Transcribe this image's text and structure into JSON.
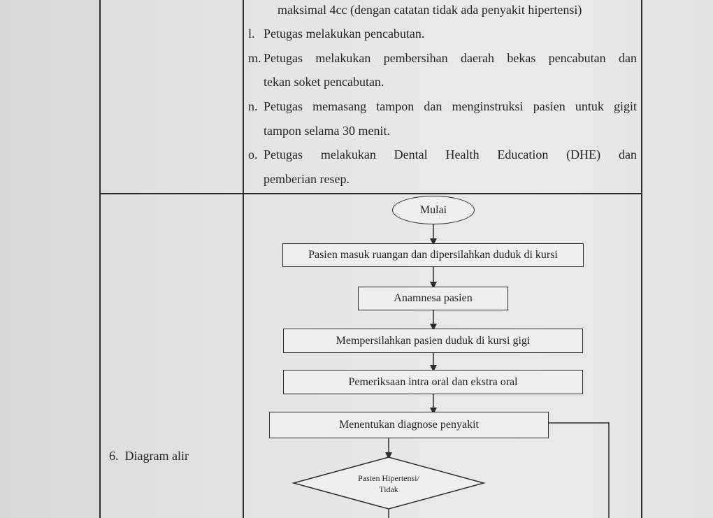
{
  "steps_text": {
    "line_k_cont": "maksimal 4cc (dengan catatan tidak ada penyakit hipertensi)",
    "item_l": {
      "marker": "l.",
      "text": "Petugas melakukan pencabutan."
    },
    "item_m": {
      "marker": "m.",
      "line1": "Petugas melakukan pembersihan daerah bekas pencabutan dan",
      "line2": "tekan soket pencabutan."
    },
    "item_n": {
      "marker": "n.",
      "line1": "Petugas memasang tampon dan menginstruksi pasien untuk gigit",
      "line2": "tampon selama 30 menit."
    },
    "item_o": {
      "marker": "o.",
      "line1": "Petugas melakukan Dental Health Education (DHE) dan",
      "line2": "pemberian resep."
    }
  },
  "section": {
    "label": "6.  Diagram alir"
  },
  "flowchart": {
    "start": "Mulai",
    "step1": "Pasien masuk ruangan dan dipersilahkan duduk di kursi",
    "step2": "Anamnesa pasien",
    "step3": "Mempersilahkan pasien duduk di kursi gigi",
    "step4": "Pemeriksaan intra oral dan ekstra oral",
    "step5": "Menentukan diagnose penyakit",
    "decision_line1": "Pasien Hipertensi/",
    "decision_line2": "Tidak"
  }
}
